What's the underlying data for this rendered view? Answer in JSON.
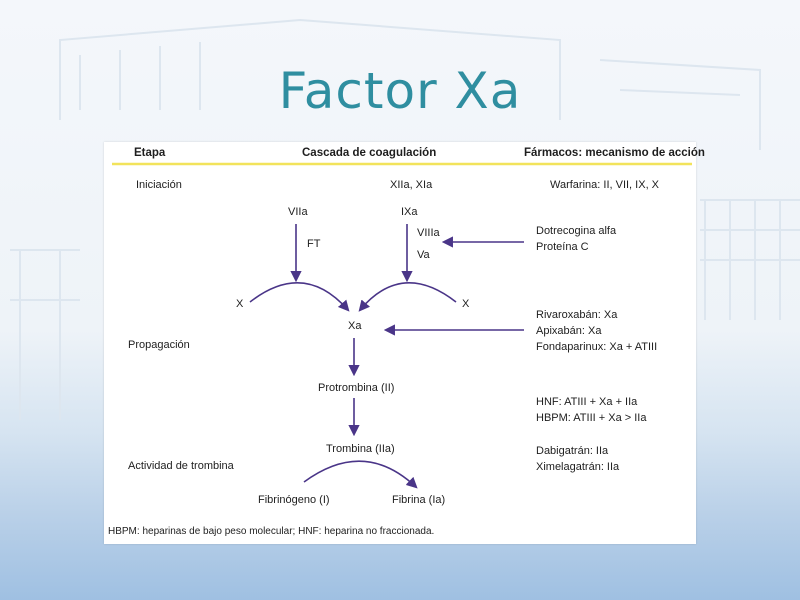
{
  "title": "Factor Xa",
  "colors": {
    "title": "#2f8ea0",
    "arrow": "#4a3588",
    "header_rule": "#f2e35b"
  },
  "table": {
    "headers": {
      "stage": "Etapa",
      "cascade": "Cascada de coagulación",
      "drugs": "Fármacos: mecanismo de acción"
    },
    "stages": {
      "initiation": "Iniciación",
      "propagation": "Propagación",
      "thrombin": "Actividad de trombina"
    },
    "cascade": {
      "xiia_xia": "XIIa, XIa",
      "viia": "VIIa",
      "ixa": "IXa",
      "ft": "FT",
      "viiia": "VIIIa",
      "va": "Va",
      "x_left": "X",
      "x_right": "X",
      "xa": "Xa",
      "prothrombin": "Protrombina (II)",
      "thrombin": "Trombina (IIa)",
      "fibrinogen": "Fibrinógeno (I)",
      "fibrin": "Fibrina (Ia)"
    },
    "drugs": {
      "warfarin": "Warfarina: II, VII, IX, X",
      "dotrecogin": "Dotrecogina alfa",
      "protein_c": "Proteína C",
      "rivaroxaban": "Rivaroxabán: Xa",
      "apixaban": "Apixabán: Xa",
      "fondaparinux": "Fondaparinux: Xa + ATIII",
      "hnf": "HNF: ATIII + Xa + IIa",
      "hbpm": "HBPM: ATIII + Xa > IIa",
      "dabigatran": "Dabigatrán: IIa",
      "ximelagatran": "Ximelagatrán: IIa"
    },
    "footnote": "HBPM: heparinas de bajo peso molecular; HNF: heparina no fraccionada."
  }
}
